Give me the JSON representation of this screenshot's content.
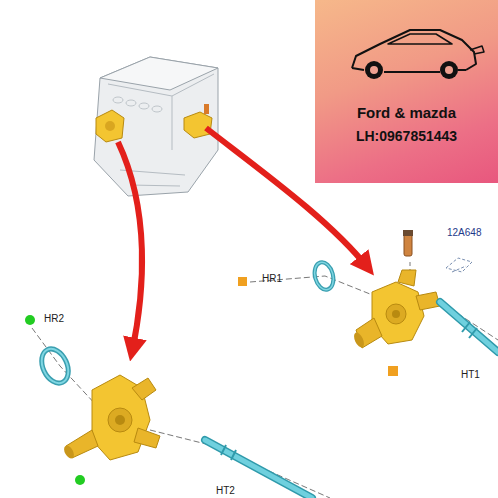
{
  "diagram": {
    "nodes": [
      {
        "text": [
          "Ford & mazda",
          "LH:0967851443"
        ]
      }
    ],
    "labels": [
      "12A648",
      "HR1",
      "HR2",
      "HT1",
      "HT2"
    ]
  }
}
